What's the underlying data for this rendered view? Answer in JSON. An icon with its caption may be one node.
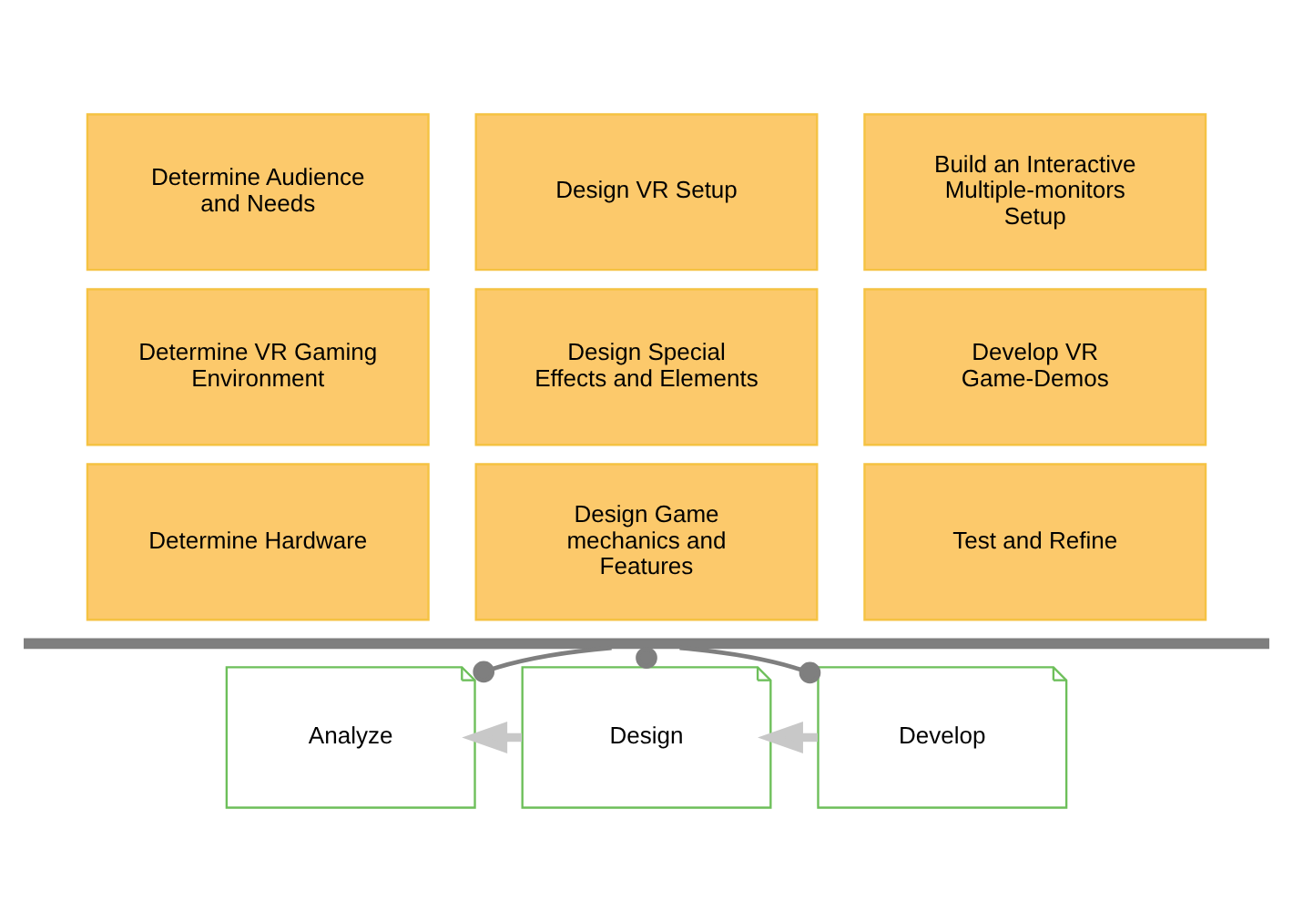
{
  "diagram": {
    "nodes": [
      {
        "text": [
          "Determine Audience and Needs"
        ]
      },
      {
        "text": [
          "Design VR Setup"
        ]
      },
      {
        "text": [
          "Build an Interactive Multiple-monitors Setup"
        ]
      },
      {
        "text": [
          "Determine VR Gaming Environment"
        ]
      },
      {
        "text": [
          "Design Special Effects and Elements"
        ]
      },
      {
        "text": [
          "Develop VR Game-Demos"
        ]
      },
      {
        "text": [
          "Determine Hardware"
        ]
      },
      {
        "text": [
          "Design Game mechanics and Features"
        ]
      },
      {
        "text": [
          "Test and Refine"
        ]
      },
      {
        "text": [],
        "shape": "bar"
      },
      {
        "text": [
          "Analyze"
        ]
      },
      {
        "text": [
          "Design"
        ]
      },
      {
        "text": [
          "Develop"
        ]
      }
    ],
    "edges": [
      {
        "from": 9,
        "to": 10,
        "arrow": "other"
      },
      {
        "from": 9,
        "to": 11,
        "arrow": "other"
      },
      {
        "from": 9,
        "to": 12,
        "arrow": "other"
      },
      {
        "from": 11,
        "to": 10,
        "arrow": "to",
        "style": "thick",
        "color": "#c8c8c8"
      },
      {
        "from": 12,
        "to": 11,
        "arrow": "to",
        "style": "thick",
        "color": "#c8c8c8"
      }
    ]
  }
}
